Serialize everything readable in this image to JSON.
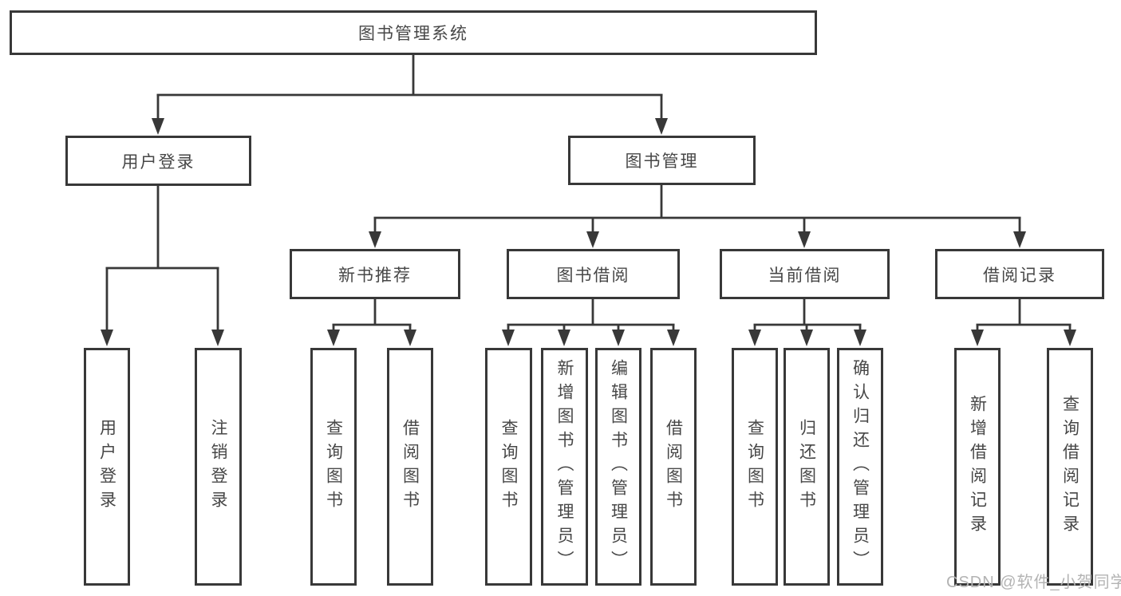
{
  "tree": {
    "root": {
      "label": "图书管理系统",
      "children": [
        {
          "label": "用户登录",
          "children": [
            {
              "label": "用户登录"
            },
            {
              "label": "注销登录"
            }
          ]
        },
        {
          "label": "图书管理",
          "children": [
            {
              "label": "新书推荐",
              "children": [
                {
                  "label": "查询图书"
                },
                {
                  "label": "借阅图书"
                }
              ]
            },
            {
              "label": "图书借阅",
              "children": [
                {
                  "label": "查询图书"
                },
                {
                  "label": "新增图书（管理员）"
                },
                {
                  "label": "编辑图书（管理员）"
                },
                {
                  "label": "借阅图书"
                }
              ]
            },
            {
              "label": "当前借阅",
              "children": [
                {
                  "label": "查询图书"
                },
                {
                  "label": "归还图书"
                },
                {
                  "label": "确认归还（管理员）"
                }
              ]
            },
            {
              "label": "借阅记录",
              "children": [
                {
                  "label": "新增借阅记录"
                },
                {
                  "label": "查询借阅记录"
                }
              ]
            }
          ]
        }
      ]
    }
  },
  "watermark": "CSDN @软件_小贺同学",
  "colors": {
    "line": "#383838",
    "text": "#474747",
    "watermark": "#b3b3b3",
    "background": "#ffffff",
    "box_fill": "#ffffff"
  }
}
